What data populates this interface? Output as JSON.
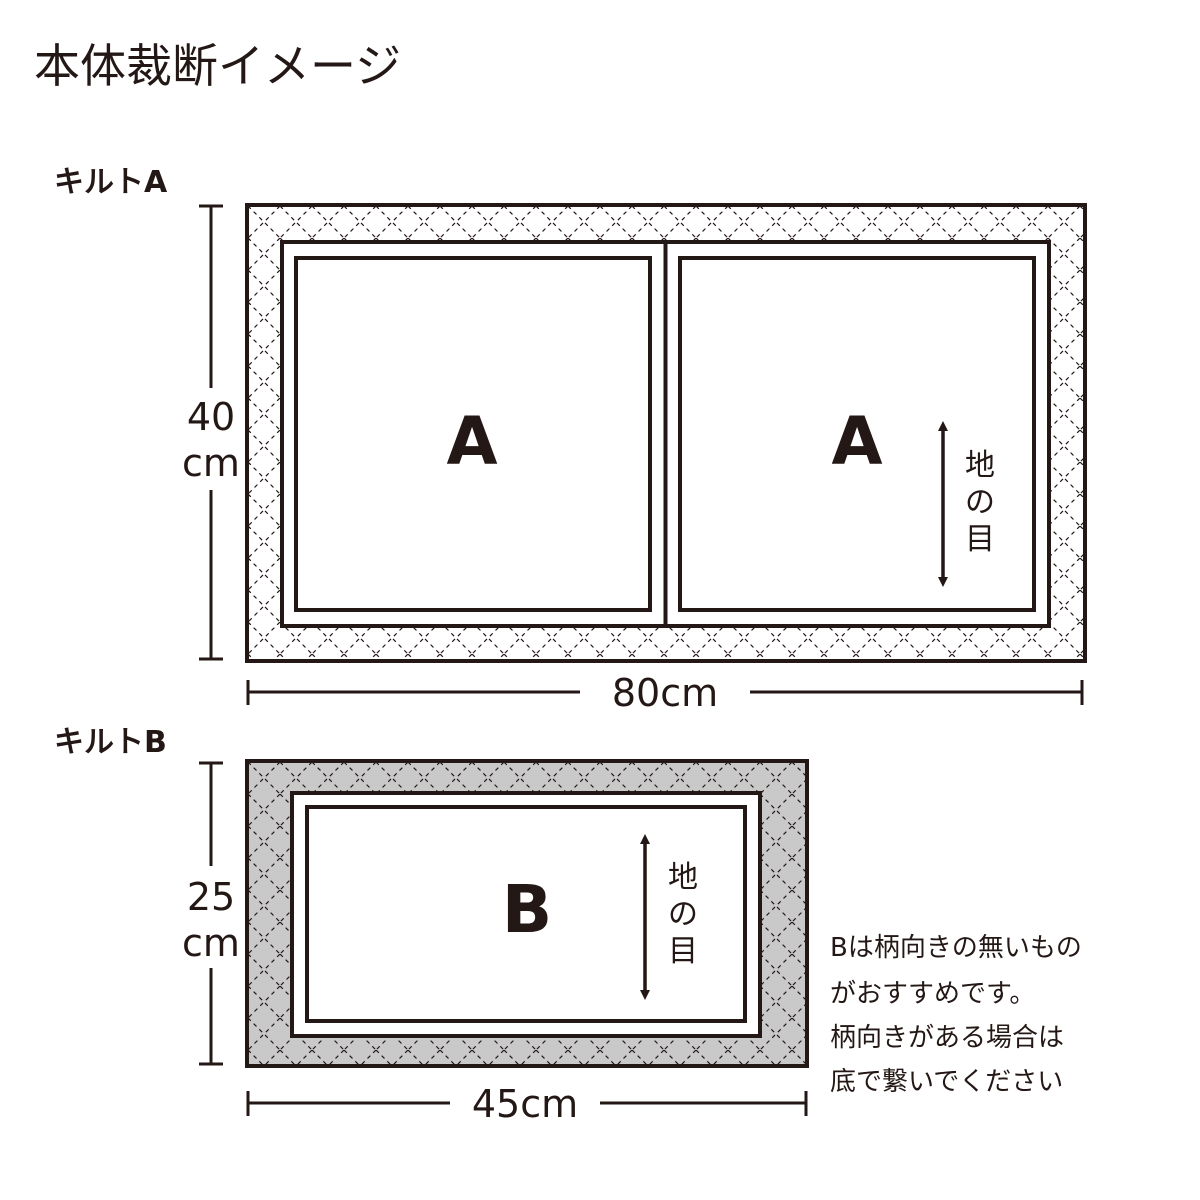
{
  "title": "本体裁断イメージ",
  "quilt_a": {
    "label": "キルトA",
    "height_value": "40",
    "height_unit": "cm",
    "width": "80cm",
    "panel_left": "A",
    "panel_right": "A",
    "grain": [
      "地",
      "の",
      "目"
    ]
  },
  "quilt_b": {
    "label": "キルトB",
    "height_value": "25",
    "height_unit": "cm",
    "width": "45cm",
    "panel": "B",
    "grain": [
      "地",
      "の",
      "目"
    ]
  },
  "note": {
    "lines": [
      "Bは柄向きの無いもの",
      "がおすすめです。",
      "柄向きがある場合は",
      "底で繋いでください"
    ]
  },
  "colors": {
    "ink": "#231815",
    "quilt_a_border": "#ffffff",
    "quilt_b_border": "#c9c9c9"
  }
}
